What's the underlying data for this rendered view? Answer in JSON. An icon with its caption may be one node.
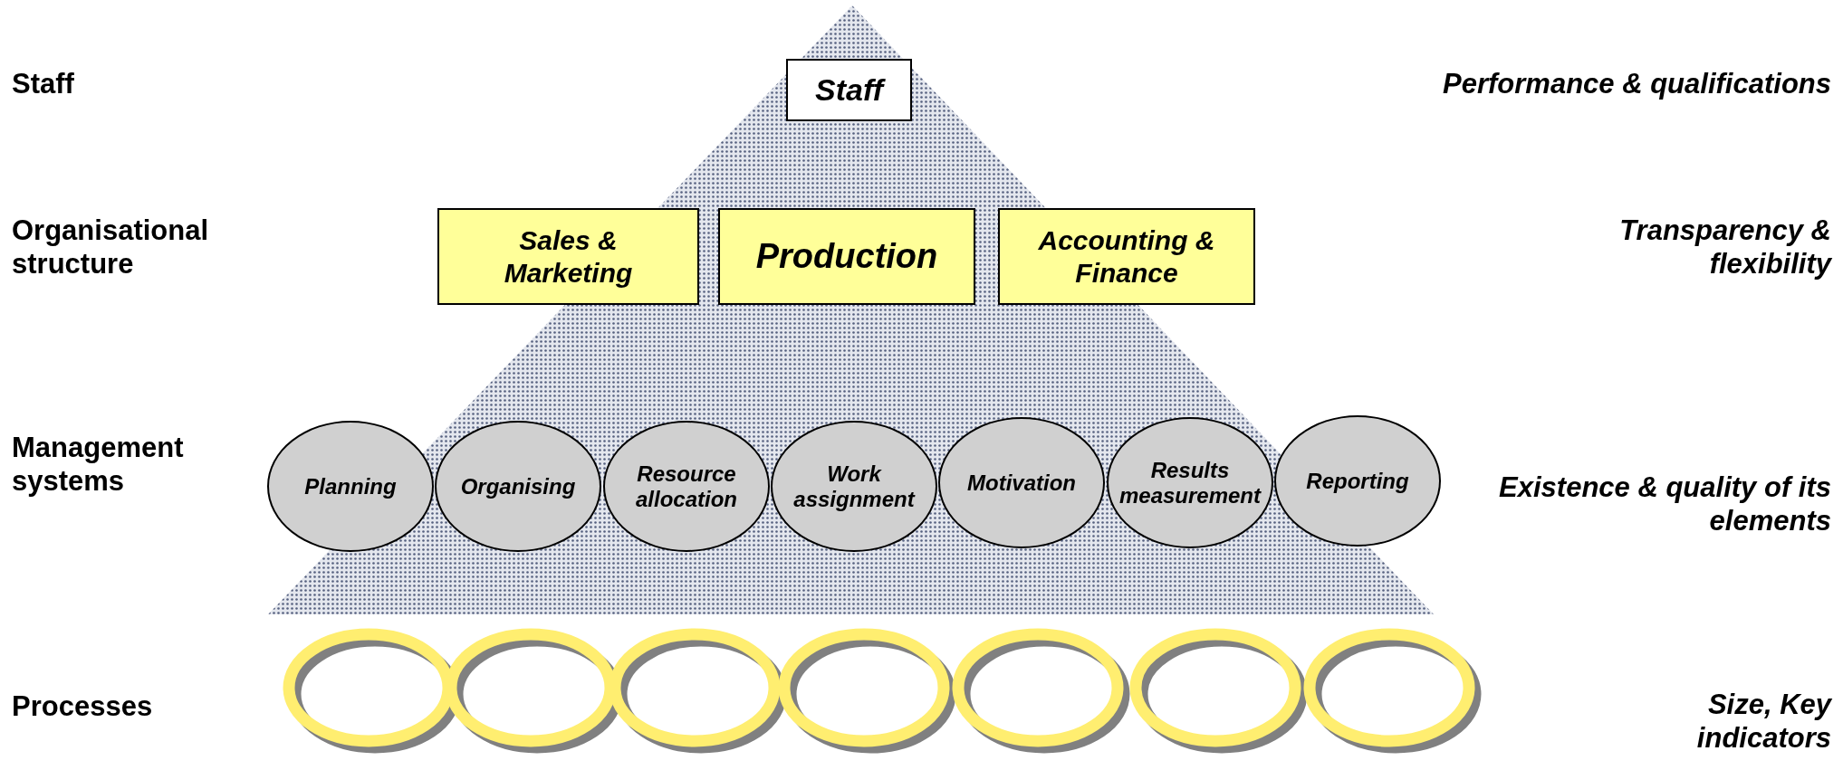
{
  "diagram": {
    "nodes": [
      {
        "text": [
          "Staff"
        ]
      },
      {
        "text": [
          "Sales & Marketing"
        ]
      },
      {
        "text": [
          "Production"
        ]
      },
      {
        "text": [
          "Accounting & Finance"
        ]
      },
      {
        "text": [
          "Planning"
        ]
      },
      {
        "text": [
          "Organising"
        ]
      },
      {
        "text": [
          "Resource allocation"
        ]
      },
      {
        "text": [
          "Work assignment"
        ]
      },
      {
        "text": [
          "Motivation"
        ]
      },
      {
        "text": [
          "Results measurement"
        ]
      },
      {
        "text": [
          "Reporting"
        ]
      },
      {
        "text": [],
        "shape": "circle"
      },
      {
        "text": [],
        "shape": "circle"
      },
      {
        "text": [],
        "shape": "circle"
      },
      {
        "text": [],
        "shape": "circle"
      },
      {
        "text": [],
        "shape": "circle"
      },
      {
        "text": [],
        "shape": "circle"
      },
      {
        "text": [],
        "shape": "circle"
      }
    ],
    "labels": [
      "Staff",
      "Performance & qualifications",
      "Organisational structure",
      "Transparency & flexibility",
      "Management systems",
      "Existence & quality of its elements",
      "Processes",
      "Size, Key indicators"
    ]
  }
}
